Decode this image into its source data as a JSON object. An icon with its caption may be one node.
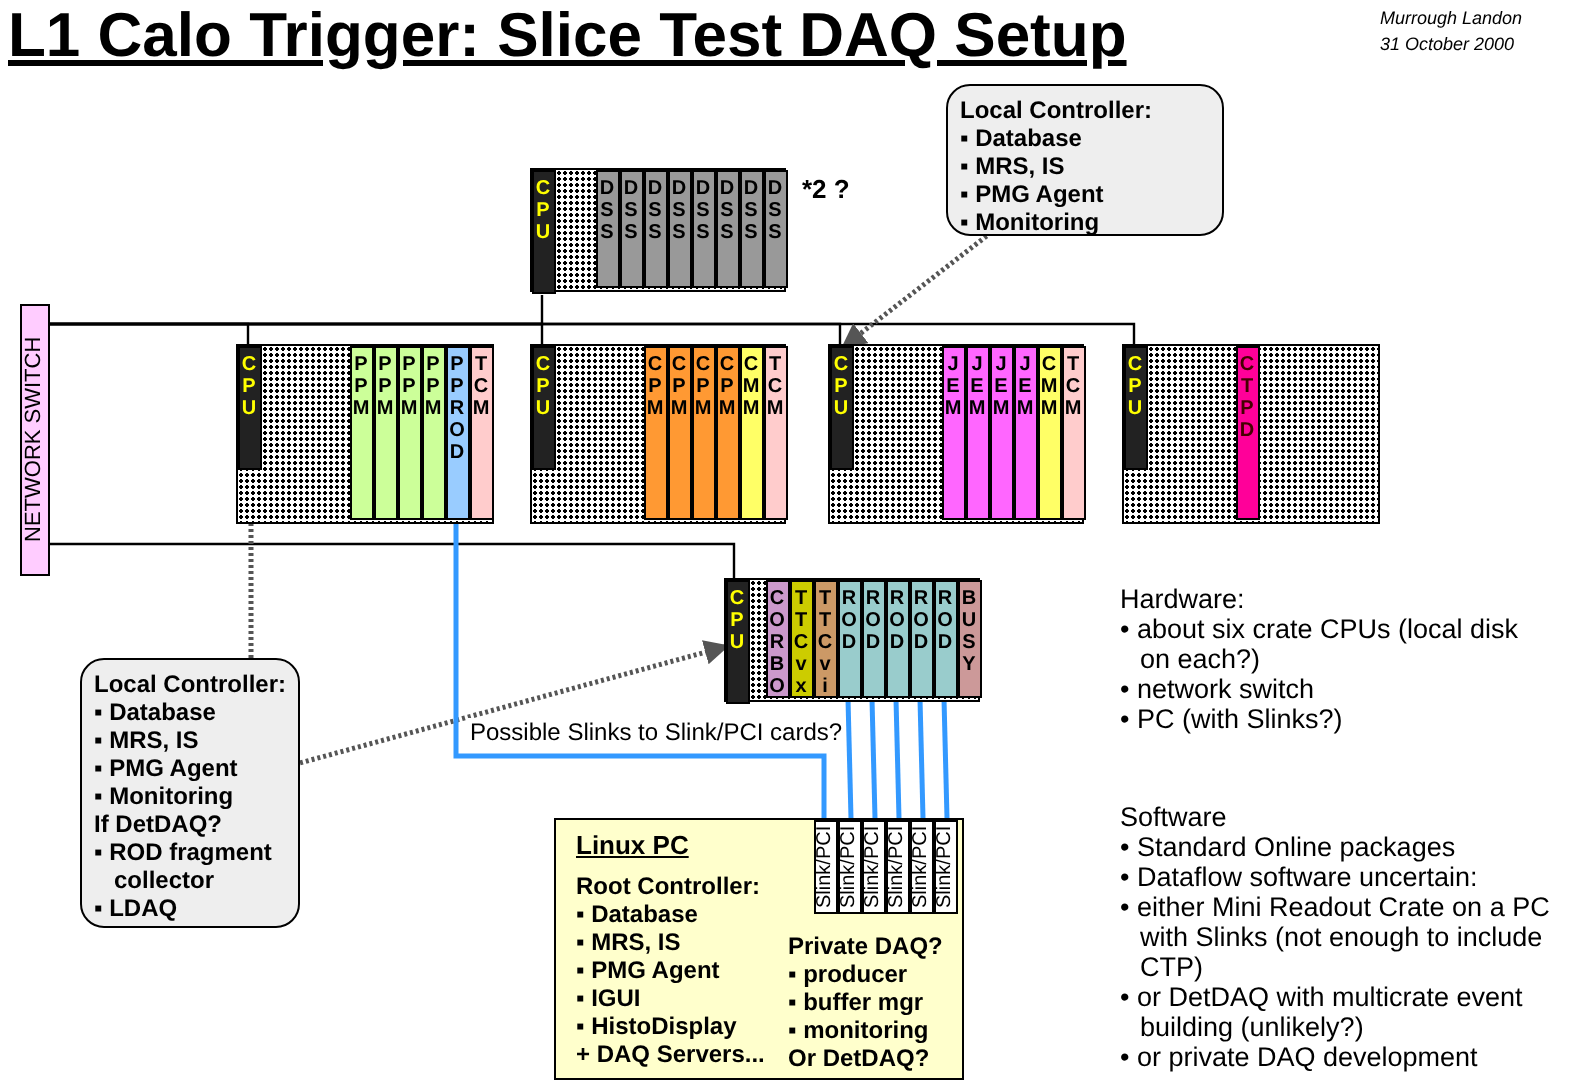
{
  "diagram": {
    "title": "L1 Calo Trigger: Slice Test DAQ Setup",
    "nodes": [
      {
        "text": [
          "NETWORK SWITCH"
        ]
      },
      {
        "text": [],
        "shape": "box",
        "beside": [
          "*2 ?"
        ]
      },
      {
        "text": [
          "CPU"
        ],
        "in": 1
      },
      {
        "text": [
          "DSS"
        ],
        "in": 1
      },
      {
        "text": [
          "DSS"
        ],
        "in": 1
      },
      {
        "text": [
          "DSS"
        ],
        "in": 1
      },
      {
        "text": [
          "DSS"
        ],
        "in": 1
      },
      {
        "text": [
          "DSS"
        ],
        "in": 1
      },
      {
        "text": [
          "DSS"
        ],
        "in": 1
      },
      {
        "text": [
          "DSS"
        ],
        "in": 1
      },
      {
        "text": [
          "DSS"
        ],
        "in": 1
      },
      {
        "text": [],
        "shape": "box"
      },
      {
        "text": [
          "CPU"
        ],
        "in": 11
      },
      {
        "text": [
          "PPM"
        ],
        "in": 11
      },
      {
        "text": [
          "PPM"
        ],
        "in": 11
      },
      {
        "text": [
          "PPM"
        ],
        "in": 11
      },
      {
        "text": [
          "PPM"
        ],
        "in": 11
      },
      {
        "text": [
          "PPROD"
        ],
        "in": 11
      },
      {
        "text": [
          "TCM"
        ],
        "in": 11
      },
      {
        "text": [],
        "shape": "box"
      },
      {
        "text": [
          "CPU"
        ],
        "in": 19
      },
      {
        "text": [
          "CPM"
        ],
        "in": 19
      },
      {
        "text": [
          "CPM"
        ],
        "in": 19
      },
      {
        "text": [
          "CPM"
        ],
        "in": 19
      },
      {
        "text": [
          "CPM"
        ],
        "in": 19
      },
      {
        "text": [
          "CMM"
        ],
        "in": 19
      },
      {
        "text": [
          "TCM"
        ],
        "in": 19
      },
      {
        "text": [],
        "shape": "box"
      },
      {
        "text": [
          "CPU"
        ],
        "in": 27
      },
      {
        "text": [
          "JEM"
        ],
        "in": 27
      },
      {
        "text": [
          "JEM"
        ],
        "in": 27
      },
      {
        "text": [
          "JEM"
        ],
        "in": 27
      },
      {
        "text": [
          "JEM"
        ],
        "in": 27
      },
      {
        "text": [
          "CMM"
        ],
        "in": 27
      },
      {
        "text": [
          "TCM"
        ],
        "in": 27
      },
      {
        "text": [],
        "shape": "box"
      },
      {
        "text": [
          "CPU"
        ],
        "in": 35
      },
      {
        "text": [
          "CTPD"
        ],
        "in": 35
      },
      {
        "text": [
          "Local Controller:",
          "▪ Database",
          "▪ MRS, IS",
          "▪ PMG Agent",
          "▪ Monitoring"
        ]
      },
      {
        "text": [],
        "shape": "box"
      },
      {
        "text": [
          "CPU"
        ],
        "in": 39
      },
      {
        "text": [
          "CORBO"
        ],
        "in": 39
      },
      {
        "text": [
          "TTCvx"
        ],
        "in": 39
      },
      {
        "text": [
          "TTCvi"
        ],
        "in": 39
      },
      {
        "text": [
          "ROD"
        ],
        "in": 39
      },
      {
        "text": [
          "ROD"
        ],
        "in": 39
      },
      {
        "text": [
          "ROD"
        ],
        "in": 39
      },
      {
        "text": [
          "ROD"
        ],
        "in": 39
      },
      {
        "text": [
          "ROD"
        ],
        "in": 39
      },
      {
        "text": [
          "BUSY"
        ],
        "in": 39
      },
      {
        "text": [
          "Local Controller:",
          "▪ Database",
          "▪ MRS, IS",
          "▪ PMG Agent",
          "▪ Monitoring",
          "If DetDAQ?",
          "▪ ROD fragment collector",
          "▪ LDAQ"
        ]
      },
      {
        "text": [
          "Linux PC",
          "Root Controller:",
          "▪ Database",
          "▪ MRS, IS",
          "▪ PMG Agent",
          "▪ IGUI",
          "▪ HistoDisplay",
          "+ DAQ Servers...",
          "Private DAQ?",
          "▪ producer",
          "▪ buffer mgr",
          "▪ monitoring",
          "Or DetDAQ?"
        ]
      },
      {
        "text": [
          "Slink/PCI"
        ],
        "in": 51
      },
      {
        "text": [
          "Slink/PCI"
        ],
        "in": 51
      },
      {
        "text": [
          "Slink/PCI"
        ],
        "in": 51
      },
      {
        "text": [
          "Slink/PCI"
        ],
        "in": 51
      },
      {
        "text": [
          "Slink/PCI"
        ],
        "in": 51
      },
      {
        "text": [
          "Slink/PCI"
        ],
        "in": 51
      }
    ],
    "edges": [
      {
        "from": 0,
        "to": 2,
        "arrow": "none"
      },
      {
        "from": 0,
        "to": 12,
        "arrow": "none"
      },
      {
        "from": 0,
        "to": 20,
        "arrow": "none"
      },
      {
        "from": 0,
        "to": 28,
        "arrow": "none"
      },
      {
        "from": 0,
        "to": 36,
        "arrow": "none"
      },
      {
        "from": 0,
        "to": 40,
        "arrow": "none"
      },
      {
        "from": 38,
        "to": 28,
        "arrow": "to",
        "style": "dashed"
      },
      {
        "from": 50,
        "to": 12,
        "arrow": "to",
        "style": "dashed"
      },
      {
        "from": 50,
        "to": 40,
        "arrow": "to",
        "style": "dashed"
      },
      {
        "from": 17,
        "to": 52,
        "arrow": "none",
        "color": "#3399ff",
        "label": "Possible Slinks to Slink/PCI cards?"
      },
      {
        "from": 44,
        "to": 53,
        "arrow": "none",
        "color": "#3399ff"
      },
      {
        "from": 45,
        "to": 54,
        "arrow": "none",
        "color": "#3399ff"
      },
      {
        "from": 46,
        "to": 55,
        "arrow": "none",
        "color": "#3399ff"
      },
      {
        "from": 47,
        "to": 56,
        "arrow": "none",
        "color": "#3399ff"
      },
      {
        "from": 48,
        "to": 57,
        "arrow": "none",
        "color": "#3399ff"
      }
    ],
    "labels": [
      "Murrough Landon",
      "31 October 2000",
      "Hardware:",
      "• about six crate CPUs (local disk on each?)",
      "• network switch",
      "• PC (with Slinks?)",
      "Software",
      "• Standard Online packages",
      "• Dataflow software uncertain:",
      "• either Mini Readout Crate on a PC with Slinks (not enough to include CTP)",
      "• or DetDAQ with multicrate event building (unlikely?)",
      "• or private DAQ development"
    ]
  }
}
